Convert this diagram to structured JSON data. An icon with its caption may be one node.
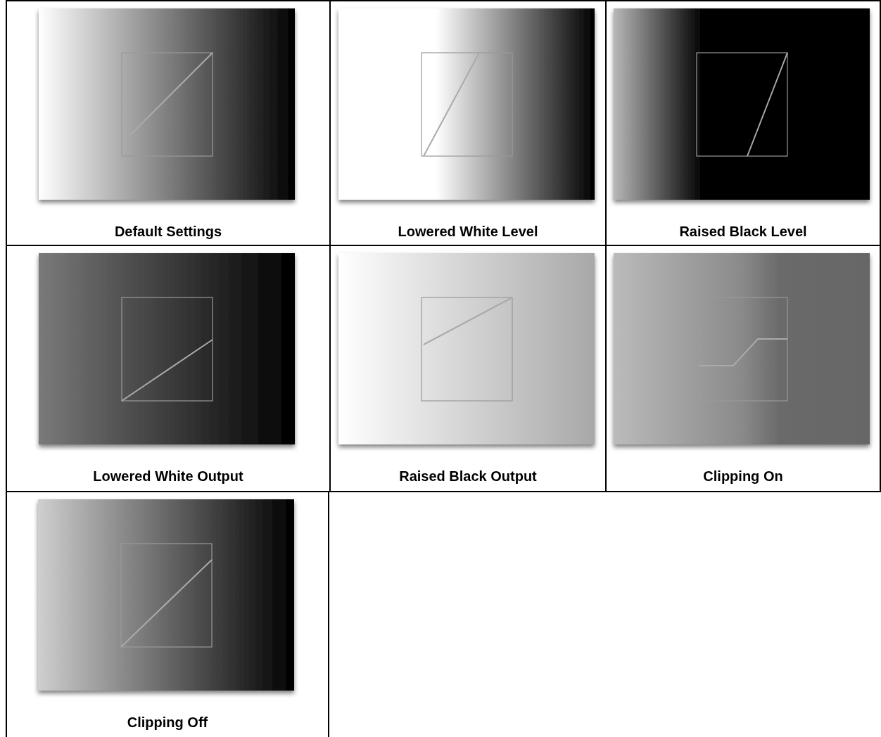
{
  "diagram": {
    "labels": [
      "Default Settings",
      "Lowered White Level",
      "Raised Black Level",
      "Lowered White Output",
      "Raised Black Output",
      "Clipping On",
      "Clipping Off"
    ]
  }
}
